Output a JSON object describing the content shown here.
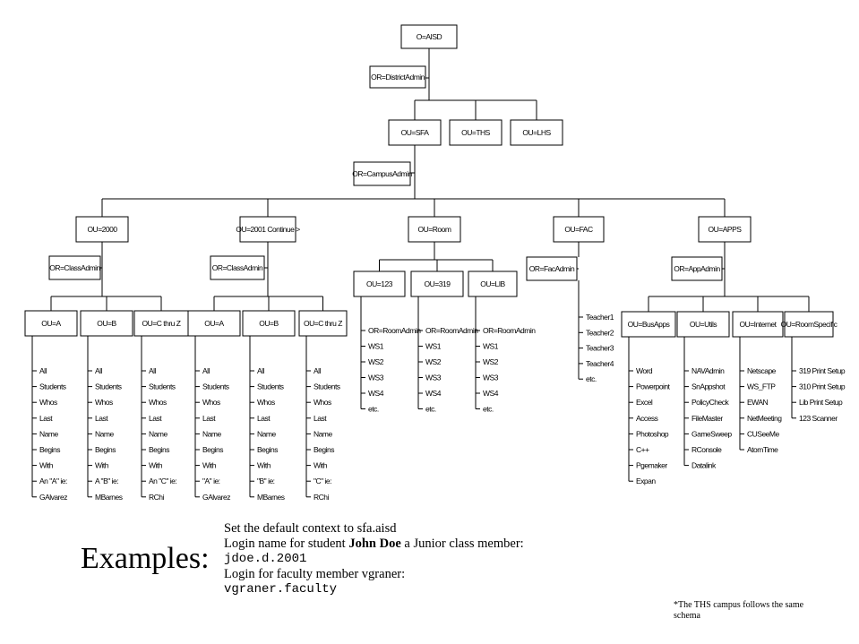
{
  "tree": {
    "root": "O=AISD",
    "root_admin": "OR=DistrictAdmin",
    "campuses": [
      "OU=SFA",
      "OU=THS",
      "OU=LHS"
    ],
    "campus_admin": "OR=CampusAdmin",
    "departments": [
      {
        "label": "OU=2000",
        "admin": "OR=ClassAdmin",
        "children": [
          {
            "label": "OU=A",
            "items": [
              "All",
              "Students",
              "Whos",
              "Last",
              "Name",
              "Begins",
              "With",
              "An \"A\" ie:",
              "GAlvarez"
            ]
          },
          {
            "label": "OU=B",
            "items": [
              "All",
              "Students",
              "Whos",
              "Last",
              "Name",
              "Begins",
              "With",
              "A \"B\" ie:",
              "MBarnes"
            ]
          },
          {
            "label": "OU=C thru Z",
            "items": [
              "All",
              "Students",
              "Whos",
              "Last",
              "Name",
              "Begins",
              "With",
              "An \"C\" ie:",
              "RChi"
            ]
          }
        ]
      },
      {
        "label": "OU=2001 Continue >",
        "admin": "OR=ClassAdmin",
        "children": [
          {
            "label": "OU=A",
            "items": [
              "All",
              "Students",
              "Whos",
              "Last",
              "Name",
              "Begins",
              "With",
              "\"A\" ie:",
              "GAlvarez"
            ]
          },
          {
            "label": "OU=B",
            "items": [
              "All",
              "Students",
              "Whos",
              "Last",
              "Name",
              "Begins",
              "With",
              "\"B\" ie:",
              "MBarnes"
            ]
          },
          {
            "label": "OU=C thru Z",
            "items": [
              "All",
              "Students",
              "Whos",
              "Last",
              "Name",
              "Begins",
              "With",
              "\"C\" ie:",
              "RChi"
            ]
          }
        ]
      },
      {
        "label": "OU=Room",
        "admin": "",
        "children": [
          {
            "label": "OU=123",
            "items": [
              "OR=RoomAdmin",
              "WS1",
              "WS2",
              "WS3",
              "WS4",
              "etc."
            ]
          },
          {
            "label": "OU=319",
            "items": [
              "OR=RoomAdmin",
              "WS1",
              "WS2",
              "WS3",
              "WS4",
              "etc."
            ]
          },
          {
            "label": "OU=LIB",
            "items": [
              "OR=RoomAdmin",
              "WS1",
              "WS2",
              "WS3",
              "WS4",
              "etc."
            ]
          }
        ]
      },
      {
        "label": "OU=FAC",
        "admin": "OR=FacAdmin",
        "items": [
          "Teacher1",
          "Teacher2",
          "Teacher3",
          "Teacher4",
          "etc."
        ]
      },
      {
        "label": "OU=APPS",
        "admin": "OR=AppAdmin",
        "children": [
          {
            "label": "OU=BusApps",
            "items": [
              "Word",
              "Powerpoint",
              "Excel",
              "Access",
              "Photoshop",
              "C++",
              "Pgemaker",
              "Expan"
            ]
          },
          {
            "label": "OU=Utils",
            "items": [
              "NAVAdmin",
              "SnAppshot",
              "PolicyCheck",
              "FileMaster",
              "GameSweep",
              "RConsole",
              "Datalink"
            ]
          },
          {
            "label": "OU=Internet",
            "items": [
              "Netscape",
              "WS_FTP",
              "EWAN",
              "NetMeeting",
              "CUSeeMe",
              "AtomTime"
            ]
          },
          {
            "label": "OU=RoomSpecific",
            "items": [
              "319 Print Setup",
              "310 Print Setup",
              "Lib Print Setup",
              "123 Scanner"
            ]
          }
        ]
      }
    ]
  },
  "examples": {
    "heading": "Examples:",
    "line1": "Set the default context to sfa.aisd",
    "line2_pre": "Login name for student ",
    "line2_bold": "John Doe",
    "line2_post": " a Junior class member:",
    "line3": "jdoe.d.2001",
    "line4": "Login for faculty member vgraner:",
    "line5": "vgraner.faculty"
  },
  "footnote": "*The THS campus follows the same schema"
}
